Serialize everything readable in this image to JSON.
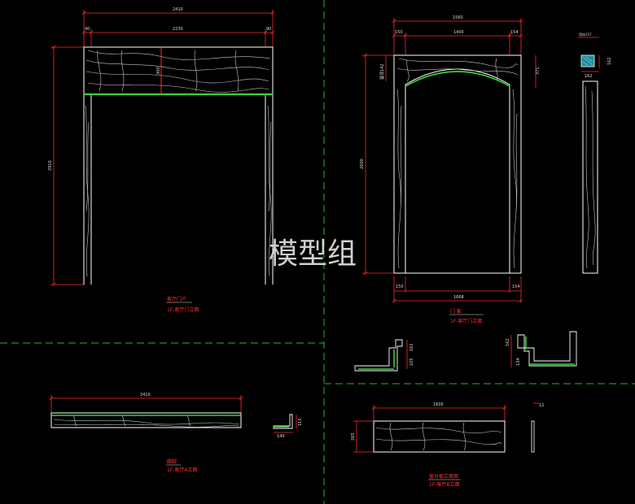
{
  "colors": {
    "background": "#000000",
    "outline": "#ffffff",
    "dimension": "#ff2a2a",
    "grain": "#c8c8c8",
    "trim": "#3ad13a",
    "divider": "#2db52d",
    "text": "#dcdcdc",
    "label": "#ff3030"
  },
  "watermark": "模型组",
  "views": {
    "left_door": {
      "width_total": "2410",
      "seg_left": "90",
      "seg_mid": "2230",
      "seg_right": "90",
      "height": "2910",
      "lintel": "300",
      "title": "客厅门户",
      "subtitle": "1F-客厅门立面"
    },
    "arch_door": {
      "width_top": "1560",
      "seg_left": "150",
      "seg_mid": "1400",
      "seg_right": "154",
      "height": "2600",
      "arch_left": "弧顶142",
      "arch_right": "371",
      "foot_left": "150",
      "foot_right": "154",
      "width_bottom": "1668",
      "title": "门 套",
      "subtitle": "1F-客厅门立面"
    },
    "side_profile": {
      "top_label": "墙体157",
      "depth": "162"
    },
    "section_a": {
      "d1": "162",
      "d2": "225"
    },
    "section_b": {
      "d1": "162",
      "d2": "134"
    },
    "bottom_left": {
      "width": "2410",
      "title": "踢脚",
      "subtitle": "1F-客厅A立面",
      "detail_h": "115",
      "detail_w": "140"
    },
    "bottom_right": {
      "width": "1605",
      "height": "265",
      "thickness": "12",
      "title": "窗台板立面图",
      "subtitle": "1F-客厅B立面"
    }
  }
}
